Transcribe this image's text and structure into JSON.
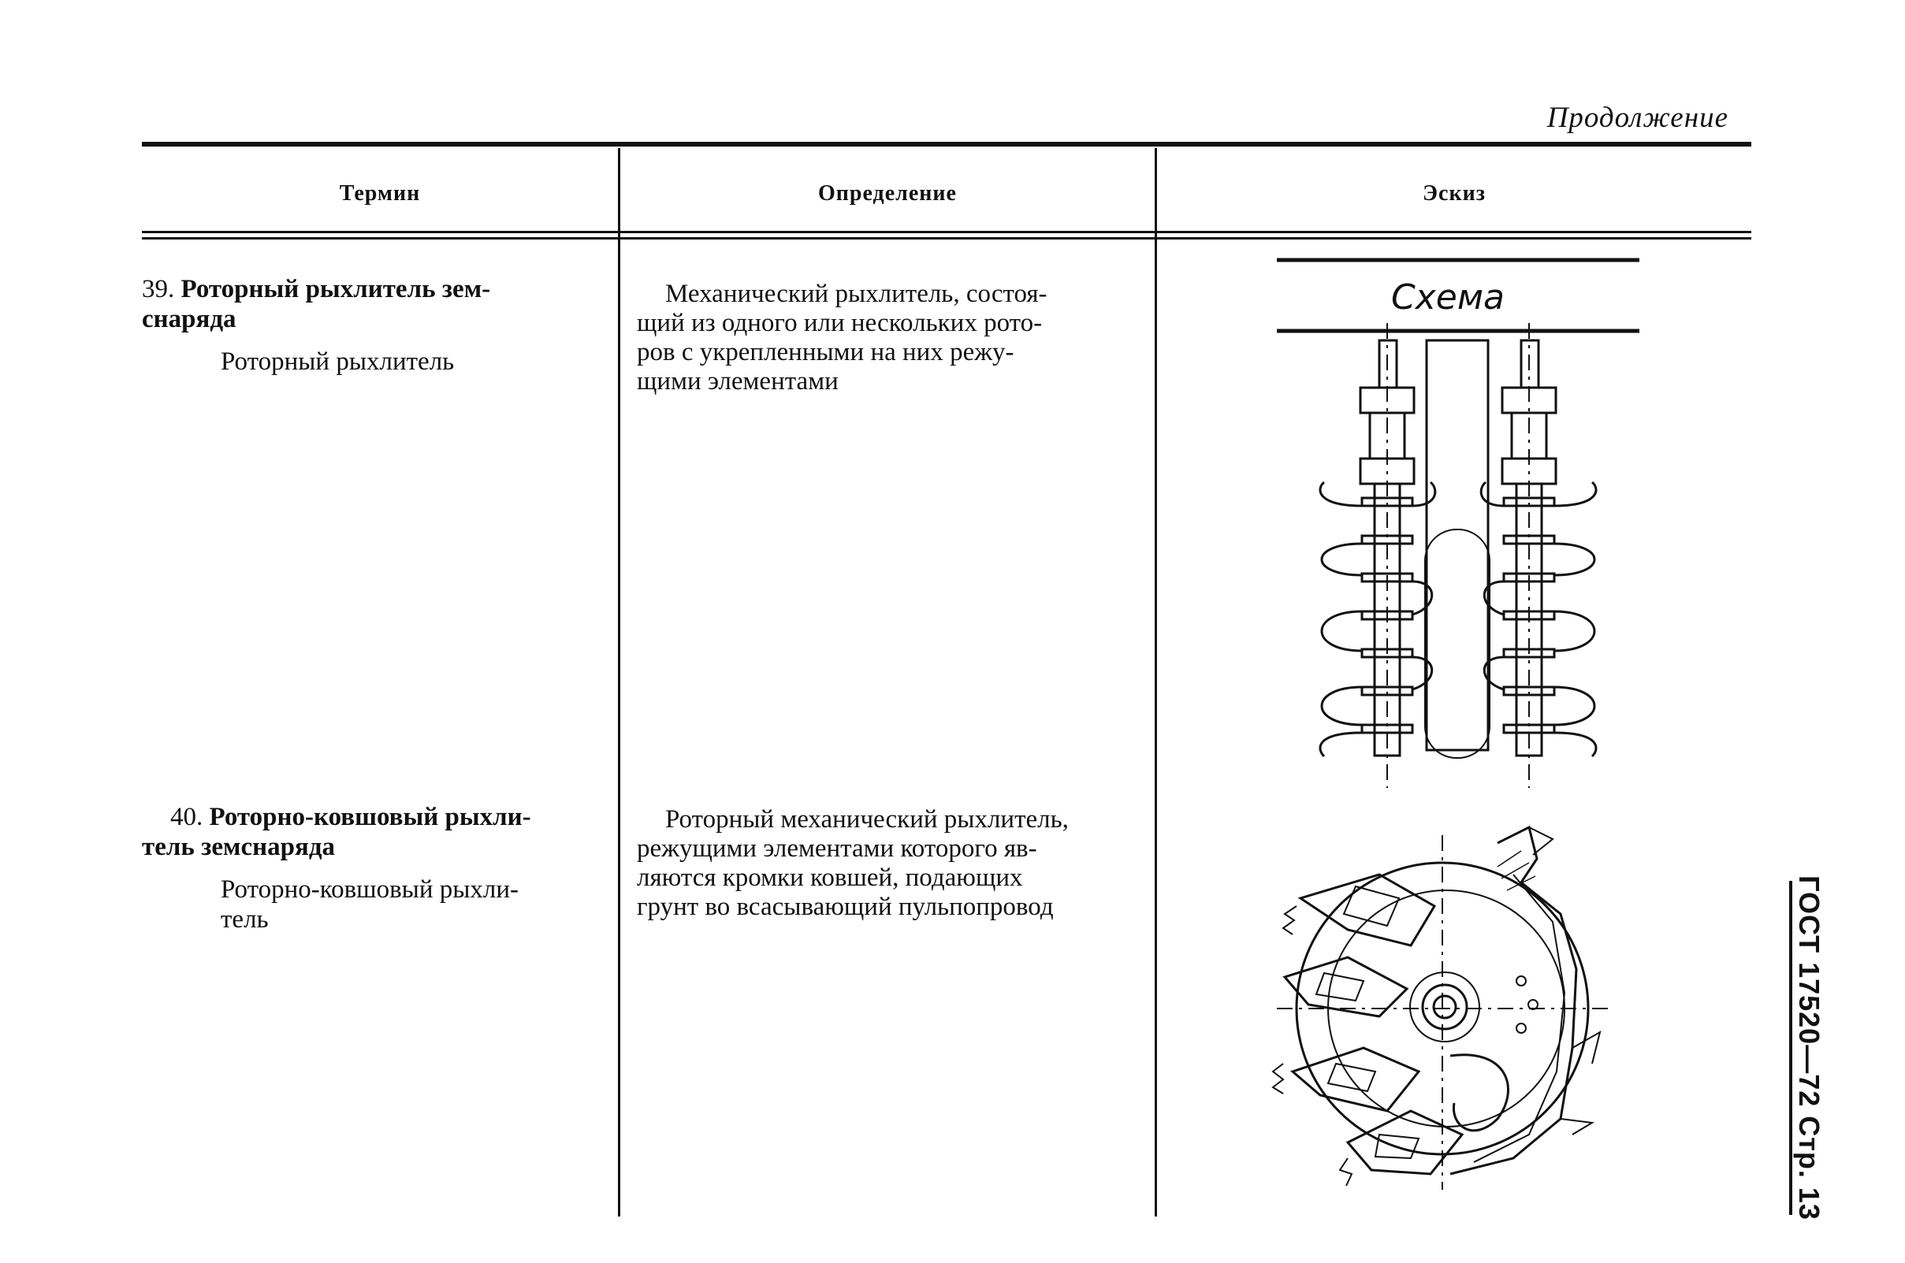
{
  "header": {
    "continuation": "Продолжение"
  },
  "columns": {
    "term": "Термин",
    "definition": "Определение",
    "sketch": "Эскиз"
  },
  "rows": [
    {
      "number": "39.",
      "term_lines": [
        "Роторный рыхлитель зем-",
        "снаряда"
      ],
      "synonym_lines": [
        "Роторный рыхлитель"
      ],
      "definition_lines": [
        "Механический рыхлитель, состоя-",
        "щий из одного или нескольких рото-",
        "ров с укрепленными на них режу-",
        "щими элементами"
      ],
      "sketch_caption": "Схема",
      "sketch_icon": "rotor-ripper-scheme-drawing"
    },
    {
      "number": "40.",
      "term_lines": [
        "Роторно-ковшовый рыхли-",
        "тель земснаряда"
      ],
      "synonym_lines": [
        "Роторно-ковшовый рыхли-",
        "тель"
      ],
      "definition_lines": [
        "Роторный механический рыхлитель,",
        "режущими элементами которого яв-",
        "ляются кромки ковшей, подающих",
        "грунт во всасывающий пульпопровод"
      ],
      "sketch_icon": "rotor-bucket-wheel-drawing"
    }
  ],
  "side_stamp": "ГОСТ 17520—72 Стр. 13"
}
